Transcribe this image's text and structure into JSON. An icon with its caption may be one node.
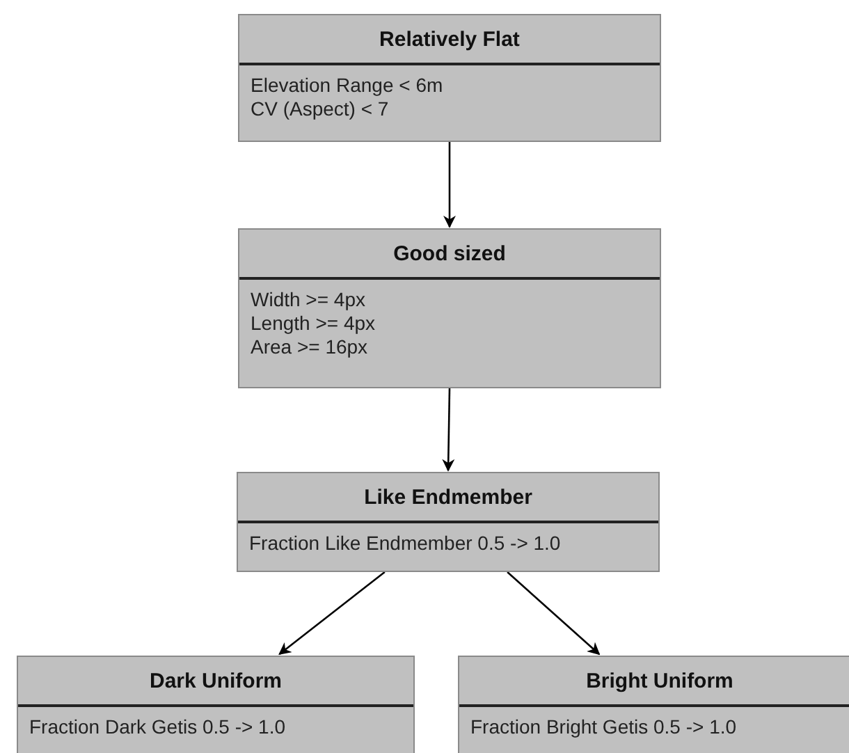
{
  "diagram": {
    "nodes": [
      {
        "text": [
          "Relatively Flat",
          "Elevation Range < 6m",
          "CV (Aspect) < 7"
        ]
      },
      {
        "text": [
          "Good sized",
          "Width >= 4px",
          "Length >= 4px",
          "Area >= 16px"
        ]
      },
      {
        "text": [
          "Like Endmember",
          "Fraction Like Endmember 0.5 -> 1.0"
        ]
      },
      {
        "text": [
          "Dark Uniform",
          "Fraction Dark Getis 0.5 -> 1.0"
        ]
      },
      {
        "text": [
          "Bright Uniform",
          "Fraction Bright Getis 0.5 -> 1.0"
        ]
      }
    ],
    "edges": [
      {
        "from": 0,
        "to": 1,
        "arrow": "to"
      },
      {
        "from": 1,
        "to": 2,
        "arrow": "to"
      },
      {
        "from": 2,
        "to": 3,
        "arrow": "to"
      },
      {
        "from": 2,
        "to": 4,
        "arrow": "to"
      }
    ]
  }
}
